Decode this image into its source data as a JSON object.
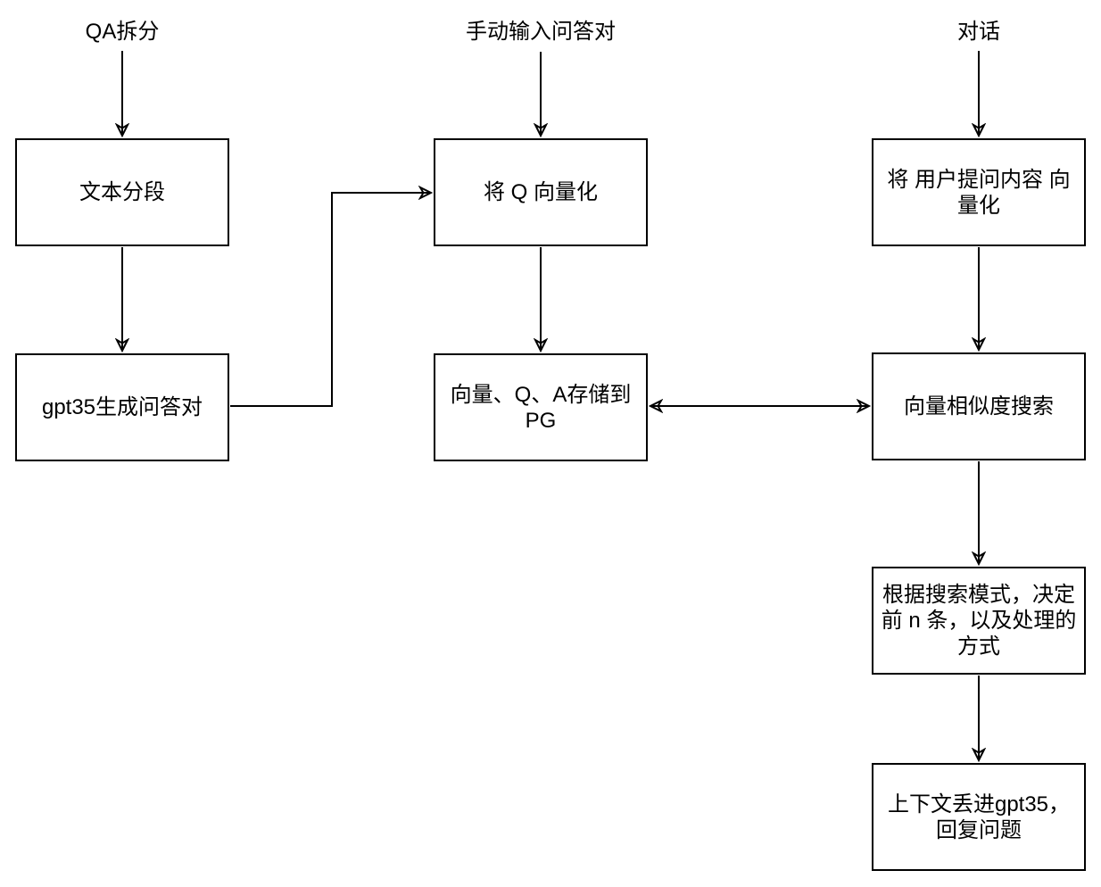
{
  "diagram": {
    "background_color": "#ffffff",
    "stroke_color": "#000000",
    "text_color": "#000000",
    "column_labels": {
      "qa_split": "QA拆分",
      "manual_qa_pair": "手动输入问答对",
      "dialog": "对话"
    },
    "nodes": {
      "text_segmentation": "文本分段",
      "gpt35_generate_qa": "gpt35生成问答对",
      "vectorize_q": "将 Q 向量化",
      "store_to_pg": "向量、Q、A存储到PG",
      "vectorize_user_question": "将 用户提问内容 向量化",
      "vector_similarity_search": "向量相似度搜索",
      "search_mode_decision": "根据搜索模式，决定前 n 条，以及处理的方式",
      "gpt35_reply": "上下文丢进gpt35，回复问题"
    },
    "edges": [
      {
        "from": "qa_split_label",
        "to": "text_segmentation",
        "style": "arrow"
      },
      {
        "from": "text_segmentation",
        "to": "gpt35_generate_qa",
        "style": "arrow"
      },
      {
        "from": "gpt35_generate_qa",
        "to": "vectorize_q",
        "style": "elbow-arrow"
      },
      {
        "from": "manual_qa_pair_label",
        "to": "vectorize_q",
        "style": "arrow"
      },
      {
        "from": "vectorize_q",
        "to": "store_to_pg",
        "style": "arrow"
      },
      {
        "from": "store_to_pg",
        "to": "vector_similarity_search",
        "style": "double-arrow"
      },
      {
        "from": "dialog_label",
        "to": "vectorize_user_question",
        "style": "arrow"
      },
      {
        "from": "vectorize_user_question",
        "to": "vector_similarity_search",
        "style": "arrow"
      },
      {
        "from": "vector_similarity_search",
        "to": "search_mode_decision",
        "style": "arrow"
      },
      {
        "from": "search_mode_decision",
        "to": "gpt35_reply",
        "style": "arrow"
      }
    ]
  }
}
